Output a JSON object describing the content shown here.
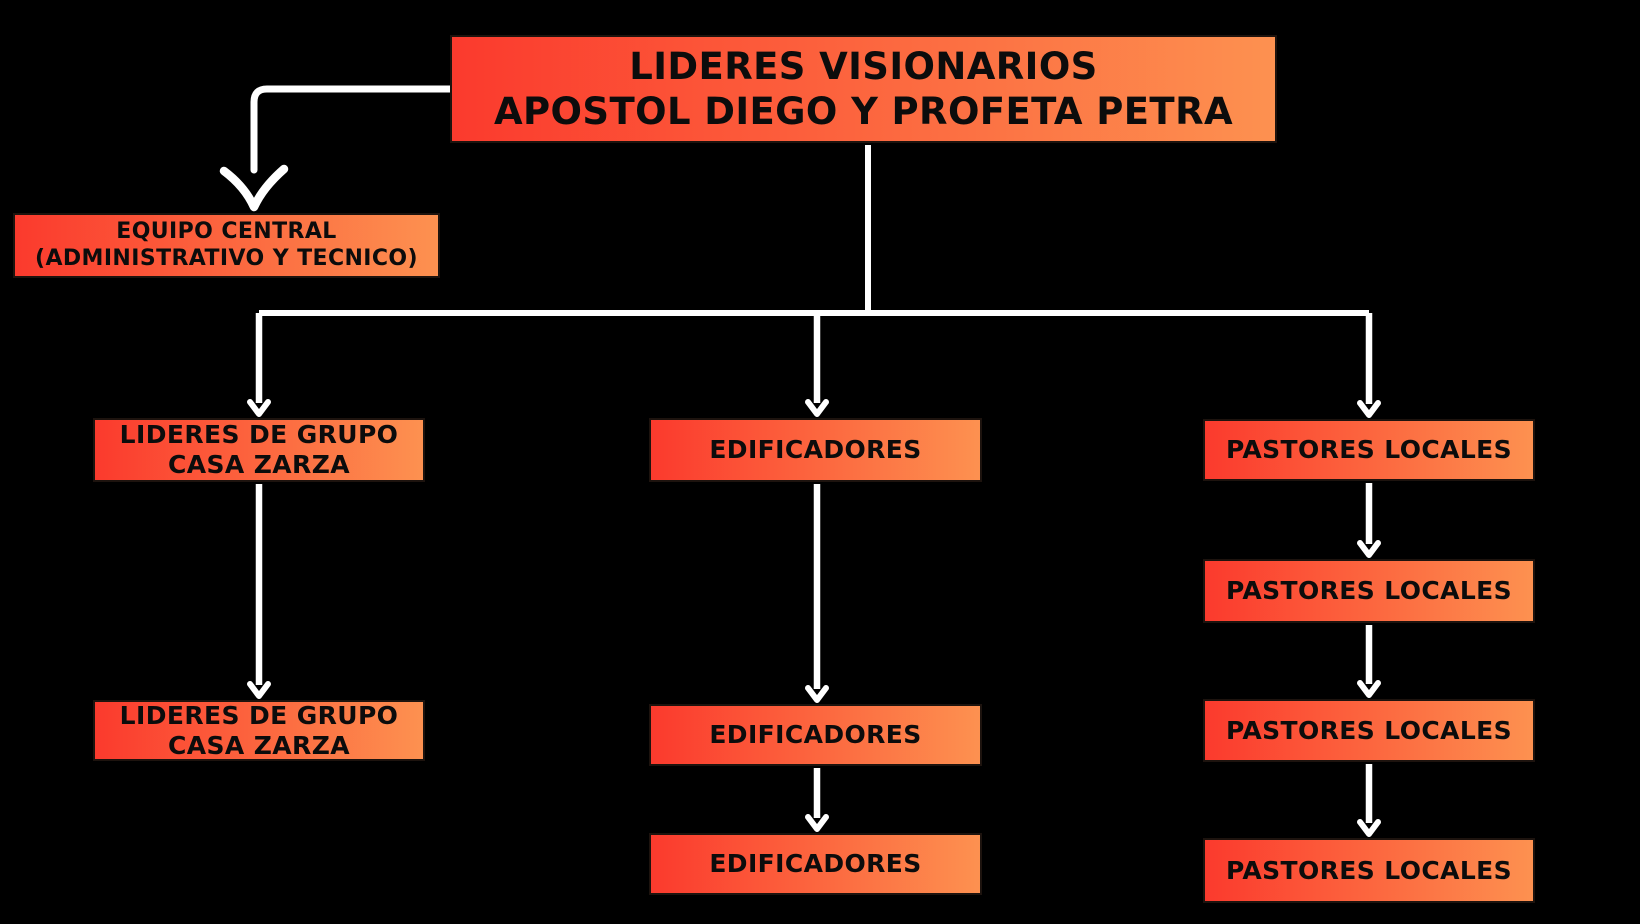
{
  "diagram": {
    "colors": {
      "background": "#000000",
      "box_gradient_start": "#fb3a2d",
      "box_gradient_end": "#fd9150",
      "connector": "#ffffff",
      "text": "#0c0c0c"
    },
    "root": {
      "line1": "LIDERES VISIONARIOS",
      "line2": "APOSTOL DIEGO Y PROFETA PETRA"
    },
    "central_team": {
      "line1": "EQUIPO CENTRAL",
      "line2": "(ADMINISTRATIVO Y TECNICO)"
    },
    "columns": [
      {
        "boxes": [
          {
            "line1": "LIDERES DE GRUPO",
            "line2": "CASA ZARZA"
          },
          {
            "line1": "LIDERES DE GRUPO",
            "line2": "CASA ZARZA"
          }
        ]
      },
      {
        "boxes": [
          {
            "line1": "EDIFICADORES"
          },
          {
            "line1": "EDIFICADORES"
          },
          {
            "line1": "EDIFICADORES"
          }
        ]
      },
      {
        "boxes": [
          {
            "line1": "PASTORES LOCALES"
          },
          {
            "line1": "PASTORES LOCALES"
          },
          {
            "line1": "PASTORES LOCALES"
          },
          {
            "line1": "PASTORES LOCALES"
          }
        ]
      }
    ]
  }
}
